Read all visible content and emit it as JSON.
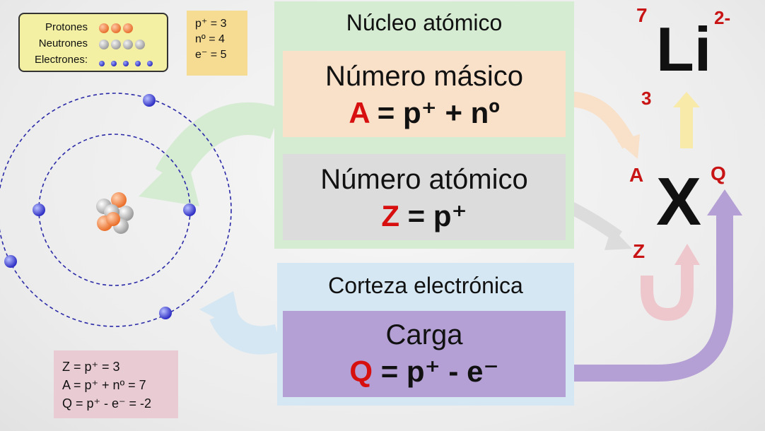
{
  "legend": {
    "protons_label": "Protones",
    "neutrons_label": "Neutrones",
    "electrons_label": "Electrones:"
  },
  "counts": {
    "protons": "p⁺ = 3",
    "neutrons": "nº = 4",
    "electrons": "e⁻ = 5"
  },
  "nucleus": {
    "title": "Núcleo atómico",
    "mass_number": {
      "title": "Número másico",
      "symbol": "A",
      "rhs": "= p⁺ + nº"
    },
    "atomic_number": {
      "title": "Número atómico",
      "symbol": "Z",
      "rhs": "= p⁺"
    }
  },
  "cortex": {
    "title": "Corteza electrónica",
    "charge": {
      "title": "Carga",
      "symbol": "Q",
      "rhs": "= p⁺ - e⁻"
    }
  },
  "summary": {
    "line1": "Z = p⁺ = 3",
    "line2": "A = p⁺ + nº = 7",
    "line3": "Q = p⁺ - e⁻ = -2"
  },
  "element": {
    "symbol": "Li",
    "mass_number": "7",
    "atomic_number": "3",
    "charge": "2-"
  },
  "generic": {
    "symbol": "X",
    "mass_label": "A",
    "atomic_label": "Z",
    "charge_label": "Q"
  },
  "colors": {
    "accent_red": "#d70f0f",
    "nucleus_panel": "#d5ecd3",
    "mass_box": "#f9e0c8",
    "atomic_box": "#dcdcdc",
    "cortex_panel": "#d5e7f3",
    "charge_box": "#b4a0d4",
    "electron": "#3a3ad0"
  }
}
